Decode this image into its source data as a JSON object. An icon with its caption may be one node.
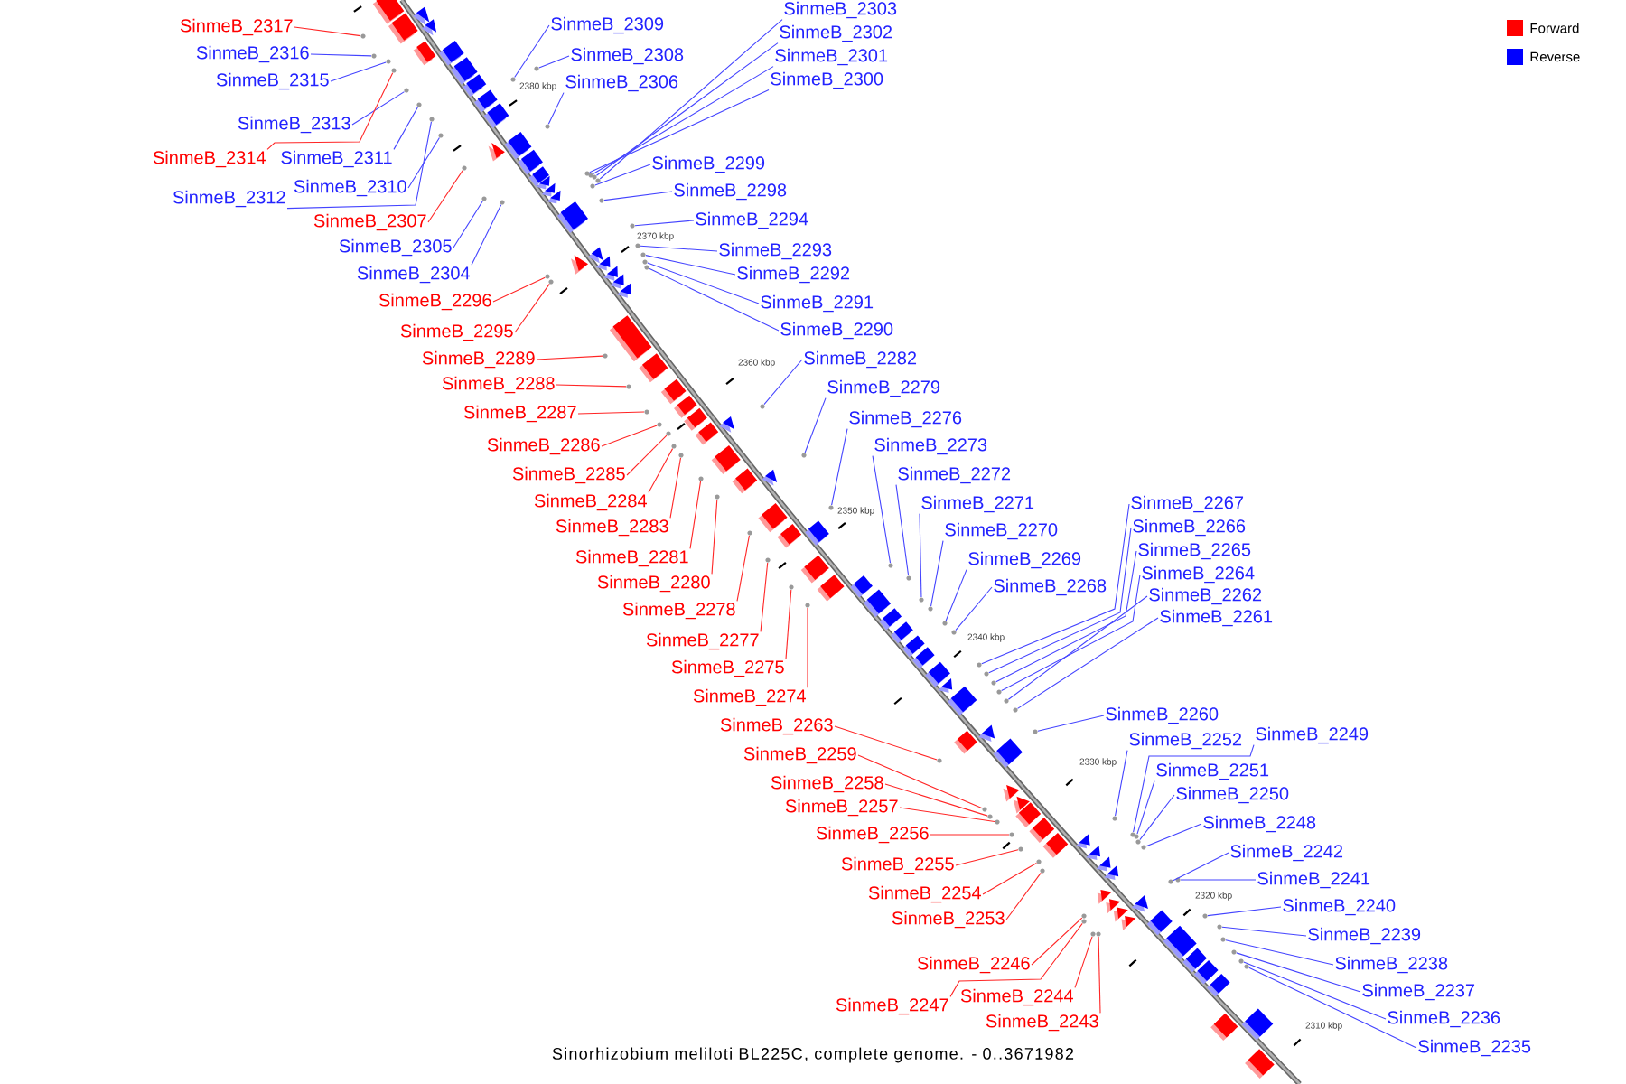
{
  "diagram": {
    "caption": "Sinorhizobium meliloti BL225C, complete genome. - 0..3671982",
    "nodes": [
      {
        "text": [
          "SinmeB_2303"
        ]
      },
      {
        "text": [
          "SinmeB_2309"
        ]
      },
      {
        "text": [
          "SinmeB_2317"
        ]
      },
      {
        "text": [
          "SinmeB_2302"
        ]
      },
      {
        "text": [
          "SinmeB_2316"
        ]
      },
      {
        "text": [
          "SinmeB_2308"
        ]
      },
      {
        "text": [
          "SinmeB_2301"
        ]
      },
      {
        "text": [
          "SinmeB_2300"
        ]
      },
      {
        "text": [
          "SinmeB_2315"
        ]
      },
      {
        "text": [
          "SinmeB_2306"
        ]
      },
      {
        "text": [
          "SinmeB_2313"
        ]
      },
      {
        "text": [
          "SinmeB_2314"
        ]
      },
      {
        "text": [
          "SinmeB_2311"
        ]
      },
      {
        "text": [
          "SinmeB_2299"
        ]
      },
      {
        "text": [
          "SinmeB_2310"
        ]
      },
      {
        "text": [
          "SinmeB_2298"
        ]
      },
      {
        "text": [
          "SinmeB_2312"
        ]
      },
      {
        "text": [
          "SinmeB_2307"
        ]
      },
      {
        "text": [
          "SinmeB_2294"
        ]
      },
      {
        "text": [
          "SinmeB_2305"
        ]
      },
      {
        "text": [
          "SinmeB_2293"
        ]
      },
      {
        "text": [
          "SinmeB_2304"
        ]
      },
      {
        "text": [
          "SinmeB_2292"
        ]
      },
      {
        "text": [
          "SinmeB_2296"
        ]
      },
      {
        "text": [
          "SinmeB_2291"
        ]
      },
      {
        "text": [
          "SinmeB_2290"
        ]
      },
      {
        "text": [
          "SinmeB_2295"
        ]
      },
      {
        "text": [
          "SinmeB_2289"
        ]
      },
      {
        "text": [
          "SinmeB_2282"
        ]
      },
      {
        "text": [
          "SinmeB_2288"
        ]
      },
      {
        "text": [
          "SinmeB_2279"
        ]
      },
      {
        "text": [
          "SinmeB_2287"
        ]
      },
      {
        "text": [
          "SinmeB_2276"
        ]
      },
      {
        "text": [
          "SinmeB_2286"
        ]
      },
      {
        "text": [
          "SinmeB_2273"
        ]
      },
      {
        "text": [
          "SinmeB_2285"
        ]
      },
      {
        "text": [
          "SinmeB_2272"
        ]
      },
      {
        "text": [
          "SinmeB_2284"
        ]
      },
      {
        "text": [
          "SinmeB_2271"
        ]
      },
      {
        "text": [
          "SinmeB_2267"
        ]
      },
      {
        "text": [
          "SinmeB_2266"
        ]
      },
      {
        "text": [
          "SinmeB_2283"
        ]
      },
      {
        "text": [
          "SinmeB_2270"
        ]
      },
      {
        "text": [
          "SinmeB_2265"
        ]
      },
      {
        "text": [
          "SinmeB_2281"
        ]
      },
      {
        "text": [
          "SinmeB_2269"
        ]
      },
      {
        "text": [
          "SinmeB_2264"
        ]
      },
      {
        "text": [
          "SinmeB_2280"
        ]
      },
      {
        "text": [
          "SinmeB_2268"
        ]
      },
      {
        "text": [
          "SinmeB_2262"
        ]
      },
      {
        "text": [
          "SinmeB_2278"
        ]
      },
      {
        "text": [
          "SinmeB_2261"
        ]
      },
      {
        "text": [
          "SinmeB_2277"
        ]
      },
      {
        "text": [
          "SinmeB_2275"
        ]
      },
      {
        "text": [
          "SinmeB_2274"
        ]
      },
      {
        "text": [
          "SinmeB_2260"
        ]
      },
      {
        "text": [
          "SinmeB_2263"
        ]
      },
      {
        "text": [
          "SinmeB_2249"
        ]
      },
      {
        "text": [
          "SinmeB_2252"
        ]
      },
      {
        "text": [
          "SinmeB_2259"
        ]
      },
      {
        "text": [
          "SinmeB_2251"
        ]
      },
      {
        "text": [
          "SinmeB_2258"
        ]
      },
      {
        "text": [
          "SinmeB_2250"
        ]
      },
      {
        "text": [
          "SinmeB_2257"
        ]
      },
      {
        "text": [
          "SinmeB_2248"
        ]
      },
      {
        "text": [
          "SinmeB_2256"
        ]
      },
      {
        "text": [
          "SinmeB_2242"
        ]
      },
      {
        "text": [
          "SinmeB_2255"
        ]
      },
      {
        "text": [
          "SinmeB_2241"
        ]
      },
      {
        "text": [
          "SinmeB_2254"
        ]
      },
      {
        "text": [
          "SinmeB_2240"
        ]
      },
      {
        "text": [
          "SinmeB_2253"
        ]
      },
      {
        "text": [
          "SinmeB_2239"
        ]
      },
      {
        "text": [
          "SinmeB_2246"
        ]
      },
      {
        "text": [
          "SinmeB_2238"
        ]
      },
      {
        "text": [
          "SinmeB_2237"
        ]
      },
      {
        "text": [
          "SinmeB_2244"
        ]
      },
      {
        "text": [
          "SinmeB_2247"
        ]
      },
      {
        "text": [
          "SinmeB_2236"
        ]
      },
      {
        "text": [
          "SinmeB_2243"
        ]
      },
      {
        "text": [
          "SinmeB_2235"
        ]
      },
      {
        "text": [],
        "shape": "circle"
      },
      {
        "text": [],
        "shape": "circle"
      },
      {
        "text": [],
        "shape": "circle"
      },
      {
        "text": [],
        "shape": "circle"
      },
      {
        "text": [],
        "shape": "circle"
      },
      {
        "text": [],
        "shape": "circle"
      },
      {
        "text": [],
        "shape": "circle"
      },
      {
        "text": [],
        "shape": "circle"
      },
      {
        "text": [],
        "shape": "circle"
      },
      {
        "text": [],
        "shape": "circle"
      },
      {
        "text": [],
        "shape": "circle"
      },
      {
        "text": [],
        "shape": "circle"
      },
      {
        "text": [],
        "shape": "circle"
      },
      {
        "text": [],
        "shape": "circle"
      },
      {
        "text": [],
        "shape": "circle"
      },
      {
        "text": [],
        "shape": "circle"
      },
      {
        "text": [],
        "shape": "circle"
      },
      {
        "text": [],
        "shape": "circle"
      },
      {
        "text": [],
        "shape": "circle"
      },
      {
        "text": [],
        "shape": "circle"
      },
      {
        "text": [],
        "shape": "circle"
      },
      {
        "text": [],
        "shape": "circle"
      },
      {
        "text": [],
        "shape": "circle"
      },
      {
        "text": [],
        "shape": "circle"
      },
      {
        "text": [],
        "shape": "circle"
      },
      {
        "text": [],
        "shape": "circle"
      },
      {
        "text": [],
        "shape": "circle"
      },
      {
        "text": [],
        "shape": "circle"
      },
      {
        "text": [],
        "shape": "circle"
      },
      {
        "text": [],
        "shape": "circle"
      },
      {
        "text": [],
        "shape": "circle"
      },
      {
        "text": [],
        "shape": "circle"
      },
      {
        "text": [],
        "shape": "circle"
      },
      {
        "text": [],
        "shape": "circle"
      },
      {
        "text": [],
        "shape": "circle"
      },
      {
        "text": [],
        "shape": "circle"
      },
      {
        "text": [],
        "shape": "circle"
      },
      {
        "text": [],
        "shape": "circle"
      },
      {
        "text": [],
        "shape": "circle"
      },
      {
        "text": [],
        "shape": "circle"
      },
      {
        "text": [],
        "shape": "circle"
      },
      {
        "text": [],
        "shape": "circle"
      },
      {
        "text": [],
        "shape": "circle"
      },
      {
        "text": [],
        "shape": "circle"
      },
      {
        "text": [],
        "shape": "circle"
      },
      {
        "text": [],
        "shape": "circle"
      },
      {
        "text": [],
        "shape": "circle"
      },
      {
        "text": [],
        "shape": "circle"
      },
      {
        "text": [],
        "shape": "circle"
      },
      {
        "text": [],
        "shape": "circle"
      },
      {
        "text": [],
        "shape": "circle"
      },
      {
        "text": [],
        "shape": "circle"
      },
      {
        "text": [],
        "shape": "circle"
      },
      {
        "text": [],
        "shape": "circle"
      },
      {
        "text": [],
        "shape": "circle"
      },
      {
        "text": [],
        "shape": "circle"
      },
      {
        "text": [],
        "shape": "circle"
      },
      {
        "text": [],
        "shape": "circle"
      },
      {
        "text": [],
        "shape": "circle"
      },
      {
        "text": [],
        "shape": "circle"
      },
      {
        "text": [],
        "shape": "circle"
      },
      {
        "text": [],
        "shape": "circle"
      },
      {
        "text": [],
        "shape": "circle"
      },
      {
        "text": [],
        "shape": "circle"
      },
      {
        "text": [],
        "shape": "circle"
      },
      {
        "text": [],
        "shape": "circle"
      },
      {
        "text": [],
        "shape": "circle"
      },
      {
        "text": [],
        "shape": "circle"
      },
      {
        "text": [],
        "shape": "circle"
      },
      {
        "text": [],
        "shape": "circle"
      },
      {
        "text": [],
        "shape": "circle"
      },
      {
        "text": [],
        "shape": "circle"
      },
      {
        "text": [],
        "shape": "circle"
      },
      {
        "text": [],
        "shape": "circle"
      },
      {
        "text": [],
        "shape": "circle"
      },
      {
        "text": [],
        "shape": "circle"
      },
      {
        "text": [],
        "shape": "circle"
      },
      {
        "text": [],
        "shape": "circle"
      },
      {
        "text": [],
        "shape": "circle"
      },
      {
        "text": [],
        "shape": "circle"
      },
      {
        "text": [],
        "shape": "circle"
      }
    ],
    "edges": [
      {
        "from": 0,
        "to": 81,
        "arrow": "none"
      },
      {
        "from": 1,
        "to": 82,
        "arrow": "none"
      },
      {
        "from": 2,
        "to": 83,
        "arrow": "none",
        "color": "#ff0000"
      },
      {
        "from": 3,
        "to": 84,
        "arrow": "none"
      },
      {
        "from": 4,
        "to": 85,
        "arrow": "none"
      },
      {
        "from": 5,
        "to": 86,
        "arrow": "none"
      },
      {
        "from": 6,
        "to": 87,
        "arrow": "none"
      },
      {
        "from": 7,
        "to": 88,
        "arrow": "none"
      },
      {
        "from": 8,
        "to": 89,
        "arrow": "none"
      },
      {
        "from": 9,
        "to": 90,
        "arrow": "none"
      },
      {
        "from": 10,
        "to": 91,
        "arrow": "none"
      },
      {
        "from": 11,
        "to": 92,
        "arrow": "none",
        "color": "#ff0000"
      },
      {
        "from": 12,
        "to": 93,
        "arrow": "none"
      },
      {
        "from": 13,
        "to": 94,
        "arrow": "none"
      },
      {
        "from": 14,
        "to": 95,
        "arrow": "none"
      },
      {
        "from": 15,
        "to": 96,
        "arrow": "none"
      },
      {
        "from": 16,
        "to": 97,
        "arrow": "none"
      },
      {
        "from": 17,
        "to": 98,
        "arrow": "none",
        "color": "#ff0000"
      },
      {
        "from": 18,
        "to": 99,
        "arrow": "none"
      },
      {
        "from": 19,
        "to": 100,
        "arrow": "none"
      },
      {
        "from": 20,
        "to": 101,
        "arrow": "none"
      },
      {
        "from": 21,
        "to": 102,
        "arrow": "none"
      },
      {
        "from": 22,
        "to": 103,
        "arrow": "none"
      },
      {
        "from": 23,
        "to": 104,
        "arrow": "none",
        "color": "#ff0000"
      },
      {
        "from": 24,
        "to": 105,
        "arrow": "none"
      },
      {
        "from": 25,
        "to": 106,
        "arrow": "none"
      },
      {
        "from": 26,
        "to": 107,
        "arrow": "none",
        "color": "#ff0000"
      },
      {
        "from": 27,
        "to": 108,
        "arrow": "none",
        "color": "#ff0000"
      },
      {
        "from": 28,
        "to": 109,
        "arrow": "none"
      },
      {
        "from": 29,
        "to": 110,
        "arrow": "none",
        "color": "#ff0000"
      },
      {
        "from": 30,
        "to": 111,
        "arrow": "none"
      },
      {
        "from": 31,
        "to": 112,
        "arrow": "none",
        "color": "#ff0000"
      },
      {
        "from": 32,
        "to": 113,
        "arrow": "none"
      },
      {
        "from": 33,
        "to": 114,
        "arrow": "none",
        "color": "#ff0000"
      },
      {
        "from": 34,
        "to": 115,
        "arrow": "none"
      },
      {
        "from": 35,
        "to": 116,
        "arrow": "none",
        "color": "#ff0000"
      },
      {
        "from": 36,
        "to": 117,
        "arrow": "none"
      },
      {
        "from": 37,
        "to": 118,
        "arrow": "none",
        "color": "#ff0000"
      },
      {
        "from": 38,
        "to": 119,
        "arrow": "none"
      },
      {
        "from": 39,
        "to": 120,
        "arrow": "none"
      },
      {
        "from": 40,
        "to": 121,
        "arrow": "none"
      },
      {
        "from": 41,
        "to": 122,
        "arrow": "none",
        "color": "#ff0000"
      },
      {
        "from": 42,
        "to": 123,
        "arrow": "none"
      },
      {
        "from": 43,
        "to": 124,
        "arrow": "none"
      },
      {
        "from": 44,
        "to": 125,
        "arrow": "none",
        "color": "#ff0000"
      },
      {
        "from": 45,
        "to": 126,
        "arrow": "none"
      },
      {
        "from": 46,
        "to": 127,
        "arrow": "none"
      },
      {
        "from": 47,
        "to": 128,
        "arrow": "none",
        "color": "#ff0000"
      },
      {
        "from": 48,
        "to": 129,
        "arrow": "none"
      },
      {
        "from": 49,
        "to": 130,
        "arrow": "none"
      },
      {
        "from": 50,
        "to": 131,
        "arrow": "none",
        "color": "#ff0000"
      },
      {
        "from": 51,
        "to": 132,
        "arrow": "none"
      },
      {
        "from": 52,
        "to": 133,
        "arrow": "none",
        "color": "#ff0000"
      },
      {
        "from": 53,
        "to": 134,
        "arrow": "none",
        "color": "#ff0000"
      },
      {
        "from": 54,
        "to": 135,
        "arrow": "none",
        "color": "#ff0000"
      },
      {
        "from": 55,
        "to": 136,
        "arrow": "none"
      },
      {
        "from": 56,
        "to": 137,
        "arrow": "none",
        "color": "#ff0000"
      },
      {
        "from": 57,
        "to": 138,
        "arrow": "none"
      },
      {
        "from": 58,
        "to": 139,
        "arrow": "none"
      },
      {
        "from": 59,
        "to": 140,
        "arrow": "none",
        "color": "#ff0000"
      },
      {
        "from": 60,
        "to": 141,
        "arrow": "none"
      },
      {
        "from": 61,
        "to": 142,
        "arrow": "none",
        "color": "#ff0000"
      },
      {
        "from": 62,
        "to": 143,
        "arrow": "none"
      },
      {
        "from": 63,
        "to": 144,
        "arrow": "none",
        "color": "#ff0000"
      },
      {
        "from": 64,
        "to": 145,
        "arrow": "none"
      },
      {
        "from": 65,
        "to": 146,
        "arrow": "none",
        "color": "#ff0000"
      },
      {
        "from": 66,
        "to": 147,
        "arrow": "none"
      },
      {
        "from": 67,
        "to": 148,
        "arrow": "none",
        "color": "#ff0000"
      },
      {
        "from": 68,
        "to": 149,
        "arrow": "none"
      },
      {
        "from": 69,
        "to": 150,
        "arrow": "none",
        "color": "#ff0000"
      },
      {
        "from": 70,
        "to": 151,
        "arrow": "none"
      },
      {
        "from": 71,
        "to": 152,
        "arrow": "none",
        "color": "#ff0000"
      },
      {
        "from": 72,
        "to": 153,
        "arrow": "none"
      },
      {
        "from": 73,
        "to": 154,
        "arrow": "none",
        "color": "#ff0000"
      },
      {
        "from": 74,
        "to": 155,
        "arrow": "none"
      },
      {
        "from": 75,
        "to": 156,
        "arrow": "none"
      },
      {
        "from": 76,
        "to": 157,
        "arrow": "none",
        "color": "#ff0000"
      },
      {
        "from": 77,
        "to": 158,
        "arrow": "none",
        "color": "#ff0000"
      },
      {
        "from": 78,
        "to": 159,
        "arrow": "none"
      },
      {
        "from": 79,
        "to": 160,
        "arrow": "none",
        "color": "#ff0000"
      },
      {
        "from": 80,
        "to": 161,
        "arrow": "none"
      }
    ],
    "labels": [
      "2380 kbp",
      "2370 kbp",
      "2360 kbp",
      "2350 kbp",
      "2340 kbp",
      "2330 kbp",
      "2320 kbp",
      "2310 kbp"
    ],
    "legend": [
      {
        "text": "Forward",
        "color": "#ff0000"
      },
      {
        "text": "Reverse",
        "color": "#0000ff"
      }
    ]
  }
}
